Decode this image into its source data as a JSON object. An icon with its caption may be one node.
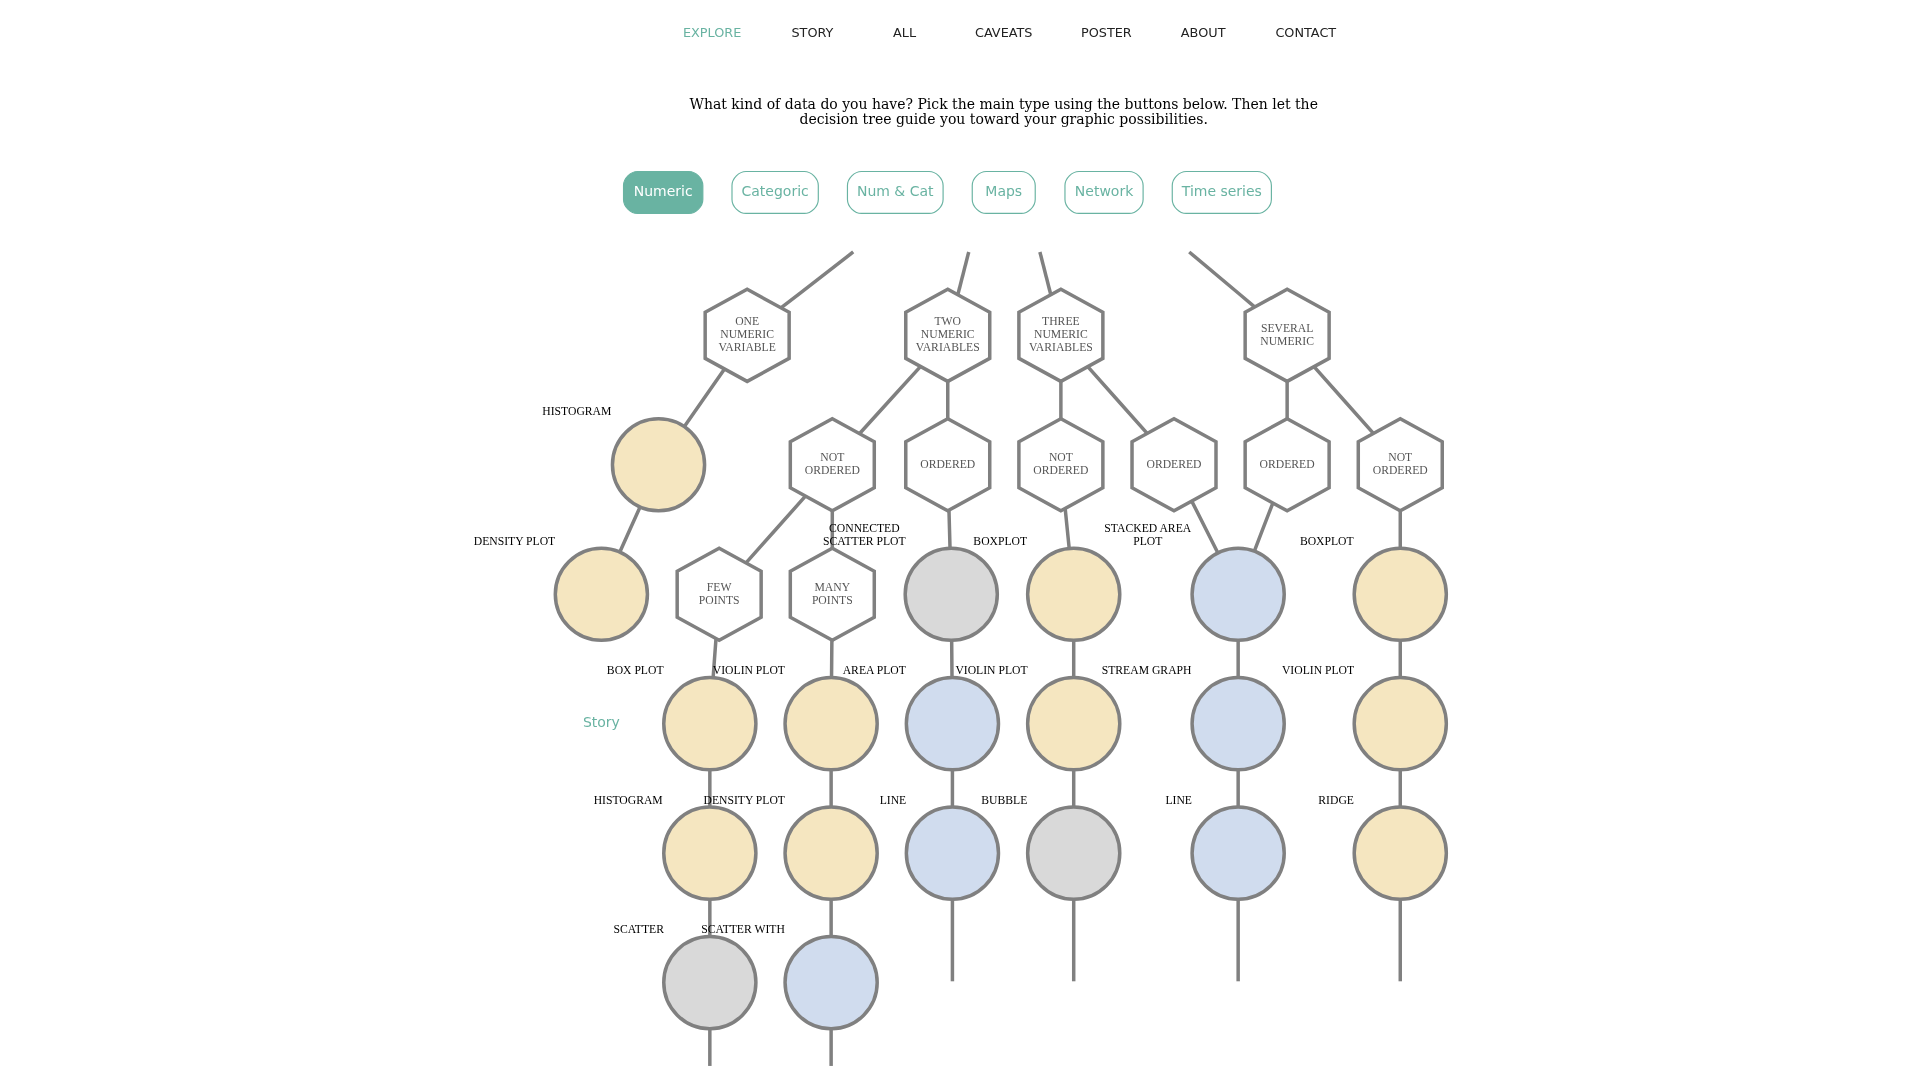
{
  "diagram": {
    "nodes": [
      {
        "text": [
          "ONE NUMERIC VARIABLE"
        ]
      },
      {
        "text": [
          "TWO NUMERIC VARIABLES"
        ]
      },
      {
        "text": [
          "THREE NUMERIC VARIABLES"
        ]
      },
      {
        "text": [
          "SEVERAL NUMERIC"
        ]
      },
      {
        "text": [
          "NOT ORDERED"
        ]
      },
      {
        "text": [
          "ORDERED"
        ]
      },
      {
        "text": [
          "NOT ORDERED"
        ]
      },
      {
        "text": [
          "ORDERED"
        ]
      },
      {
        "text": [
          "ORDERED"
        ]
      },
      {
        "text": [
          "NOT ORDERED"
        ]
      },
      {
        "text": [
          "FEW POINTS"
        ]
      },
      {
        "text": [
          "MANY POINTS"
        ]
      },
      {
        "text": [],
        "shape": "circle",
        "beside": [
          "HISTOGRAM"
        ]
      },
      {
        "text": [],
        "shape": "circle",
        "beside": [
          "BOX PLOT"
        ]
      },
      {
        "text": [],
        "shape": "circle",
        "beside": [
          "VIOLIN PLOT"
        ]
      },
      {
        "text": [],
        "shape": "circle",
        "beside": [
          "CONNECTED SCATTER PLOT"
        ]
      },
      {
        "text": [],
        "shape": "circle",
        "beside": [
          "BOXPLOT"
        ]
      },
      {
        "text": [],
        "shape": "circle",
        "beside": [
          "STACKED AREA PLOT"
        ]
      },
      {
        "text": [],
        "shape": "circle",
        "beside": [
          "BOXPLOT"
        ]
      },
      {
        "text": [],
        "shape": "circle",
        "beside": [
          "DENSITY PLOT"
        ]
      },
      {
        "text": [],
        "shape": "circle",
        "beside": [
          "HISTOGRAM"
        ]
      },
      {
        "text": [],
        "shape": "circle",
        "beside": [
          "DENSITY PLOT"
        ]
      },
      {
        "text": [],
        "shape": "circle",
        "beside": [
          "AREA PLOT"
        ]
      },
      {
        "text": [],
        "shape": "circle",
        "beside": [
          "VIOLIN PLOT"
        ]
      },
      {
        "text": [],
        "shape": "circle",
        "beside": [
          "STREAM GRAPH"
        ]
      },
      {
        "text": [],
        "shape": "circle",
        "beside": [
          "VIOLIN PLOT"
        ]
      },
      {
        "text": [],
        "shape": "circle",
        "beside": [
          "SCATTER"
        ]
      },
      {
        "text": [],
        "shape": "circle",
        "beside": [
          "SCATTER WITH"
        ]
      },
      {
        "text": [],
        "shape": "circle",
        "beside": [
          "LINE"
        ]
      },
      {
        "text": [],
        "shape": "circle",
        "beside": [
          "BUBBLE"
        ]
      },
      {
        "text": [],
        "shape": "circle",
        "beside": [
          "LINE"
        ]
      },
      {
        "text": [],
        "shape": "circle",
        "beside": [
          "RIDGE"
        ]
      }
    ],
    "edges": [
      {
        "from": null,
        "to": 0,
        "arrow": "none"
      },
      {
        "from": null,
        "to": 1,
        "arrow": "none"
      },
      {
        "from": null,
        "to": 2,
        "arrow": "none"
      },
      {
        "from": null,
        "to": 3,
        "arrow": "none"
      },
      {
        "from": 1,
        "to": 4,
        "arrow": "none"
      },
      {
        "from": 1,
        "to": 5,
        "arrow": "none"
      },
      {
        "from": 2,
        "to": 6,
        "arrow": "none"
      },
      {
        "from": 2,
        "to": 7,
        "arrow": "none"
      },
      {
        "from": 3,
        "to": 8,
        "arrow": "none"
      },
      {
        "from": 3,
        "to": 9,
        "arrow": "none"
      },
      {
        "from": 4,
        "to": 10,
        "arrow": "none"
      },
      {
        "from": 4,
        "to": 11,
        "arrow": "none"
      },
      {
        "from": 0,
        "to": 12,
        "arrow": "none"
      },
      {
        "from": 10,
        "to": 13,
        "arrow": "none"
      },
      {
        "from": 11,
        "to": 14,
        "arrow": "none"
      },
      {
        "from": 5,
        "to": 15,
        "arrow": "none"
      },
      {
        "from": 6,
        "to": 16,
        "arrow": "none"
      },
      {
        "from": 7,
        "to": 17,
        "arrow": "none"
      },
      {
        "from": 8,
        "to": 17,
        "arrow": "none"
      },
      {
        "from": 9,
        "to": 18,
        "arrow": "none"
      },
      {
        "from": 12,
        "to": 19,
        "arrow": "none"
      },
      {
        "from": 13,
        "to": 20,
        "arrow": "none"
      },
      {
        "from": 14,
        "to": 21,
        "arrow": "none"
      },
      {
        "from": 15,
        "to": 22,
        "arrow": "none"
      },
      {
        "from": 16,
        "to": 23,
        "arrow": "none"
      },
      {
        "from": 17,
        "to": 24,
        "arrow": "none"
      },
      {
        "from": 18,
        "to": 25,
        "arrow": "none"
      },
      {
        "from": 20,
        "to": 26,
        "arrow": "none"
      },
      {
        "from": 21,
        "to": 27,
        "arrow": "none"
      },
      {
        "from": 22,
        "to": 28,
        "arrow": "none"
      },
      {
        "from": 23,
        "to": 29,
        "arrow": "none"
      },
      {
        "from": 24,
        "to": 30,
        "arrow": "none"
      },
      {
        "from": 25,
        "to": 31,
        "arrow": "none"
      },
      {
        "from": 26,
        "to": null,
        "arrow": "none"
      },
      {
        "from": 27,
        "to": null,
        "arrow": "none"
      },
      {
        "from": 28,
        "to": null,
        "arrow": "none"
      },
      {
        "from": 29,
        "to": null,
        "arrow": "none"
      },
      {
        "from": 30,
        "to": null,
        "arrow": "none"
      },
      {
        "from": 31,
        "to": null,
        "arrow": "none"
      }
    ],
    "labels": [
      "EXPLORE",
      "STORY",
      "ALL",
      "CAVEATS",
      "POSTER",
      "ABOUT",
      "CONTACT",
      "What kind of data do you have? Pick the main type using the buttons below. Then let the decision tree guide you toward your graphic possibilities.",
      "Numeric",
      "Categoric",
      "Num & Cat",
      "Maps",
      "Network",
      "Time series",
      "Story"
    ]
  }
}
